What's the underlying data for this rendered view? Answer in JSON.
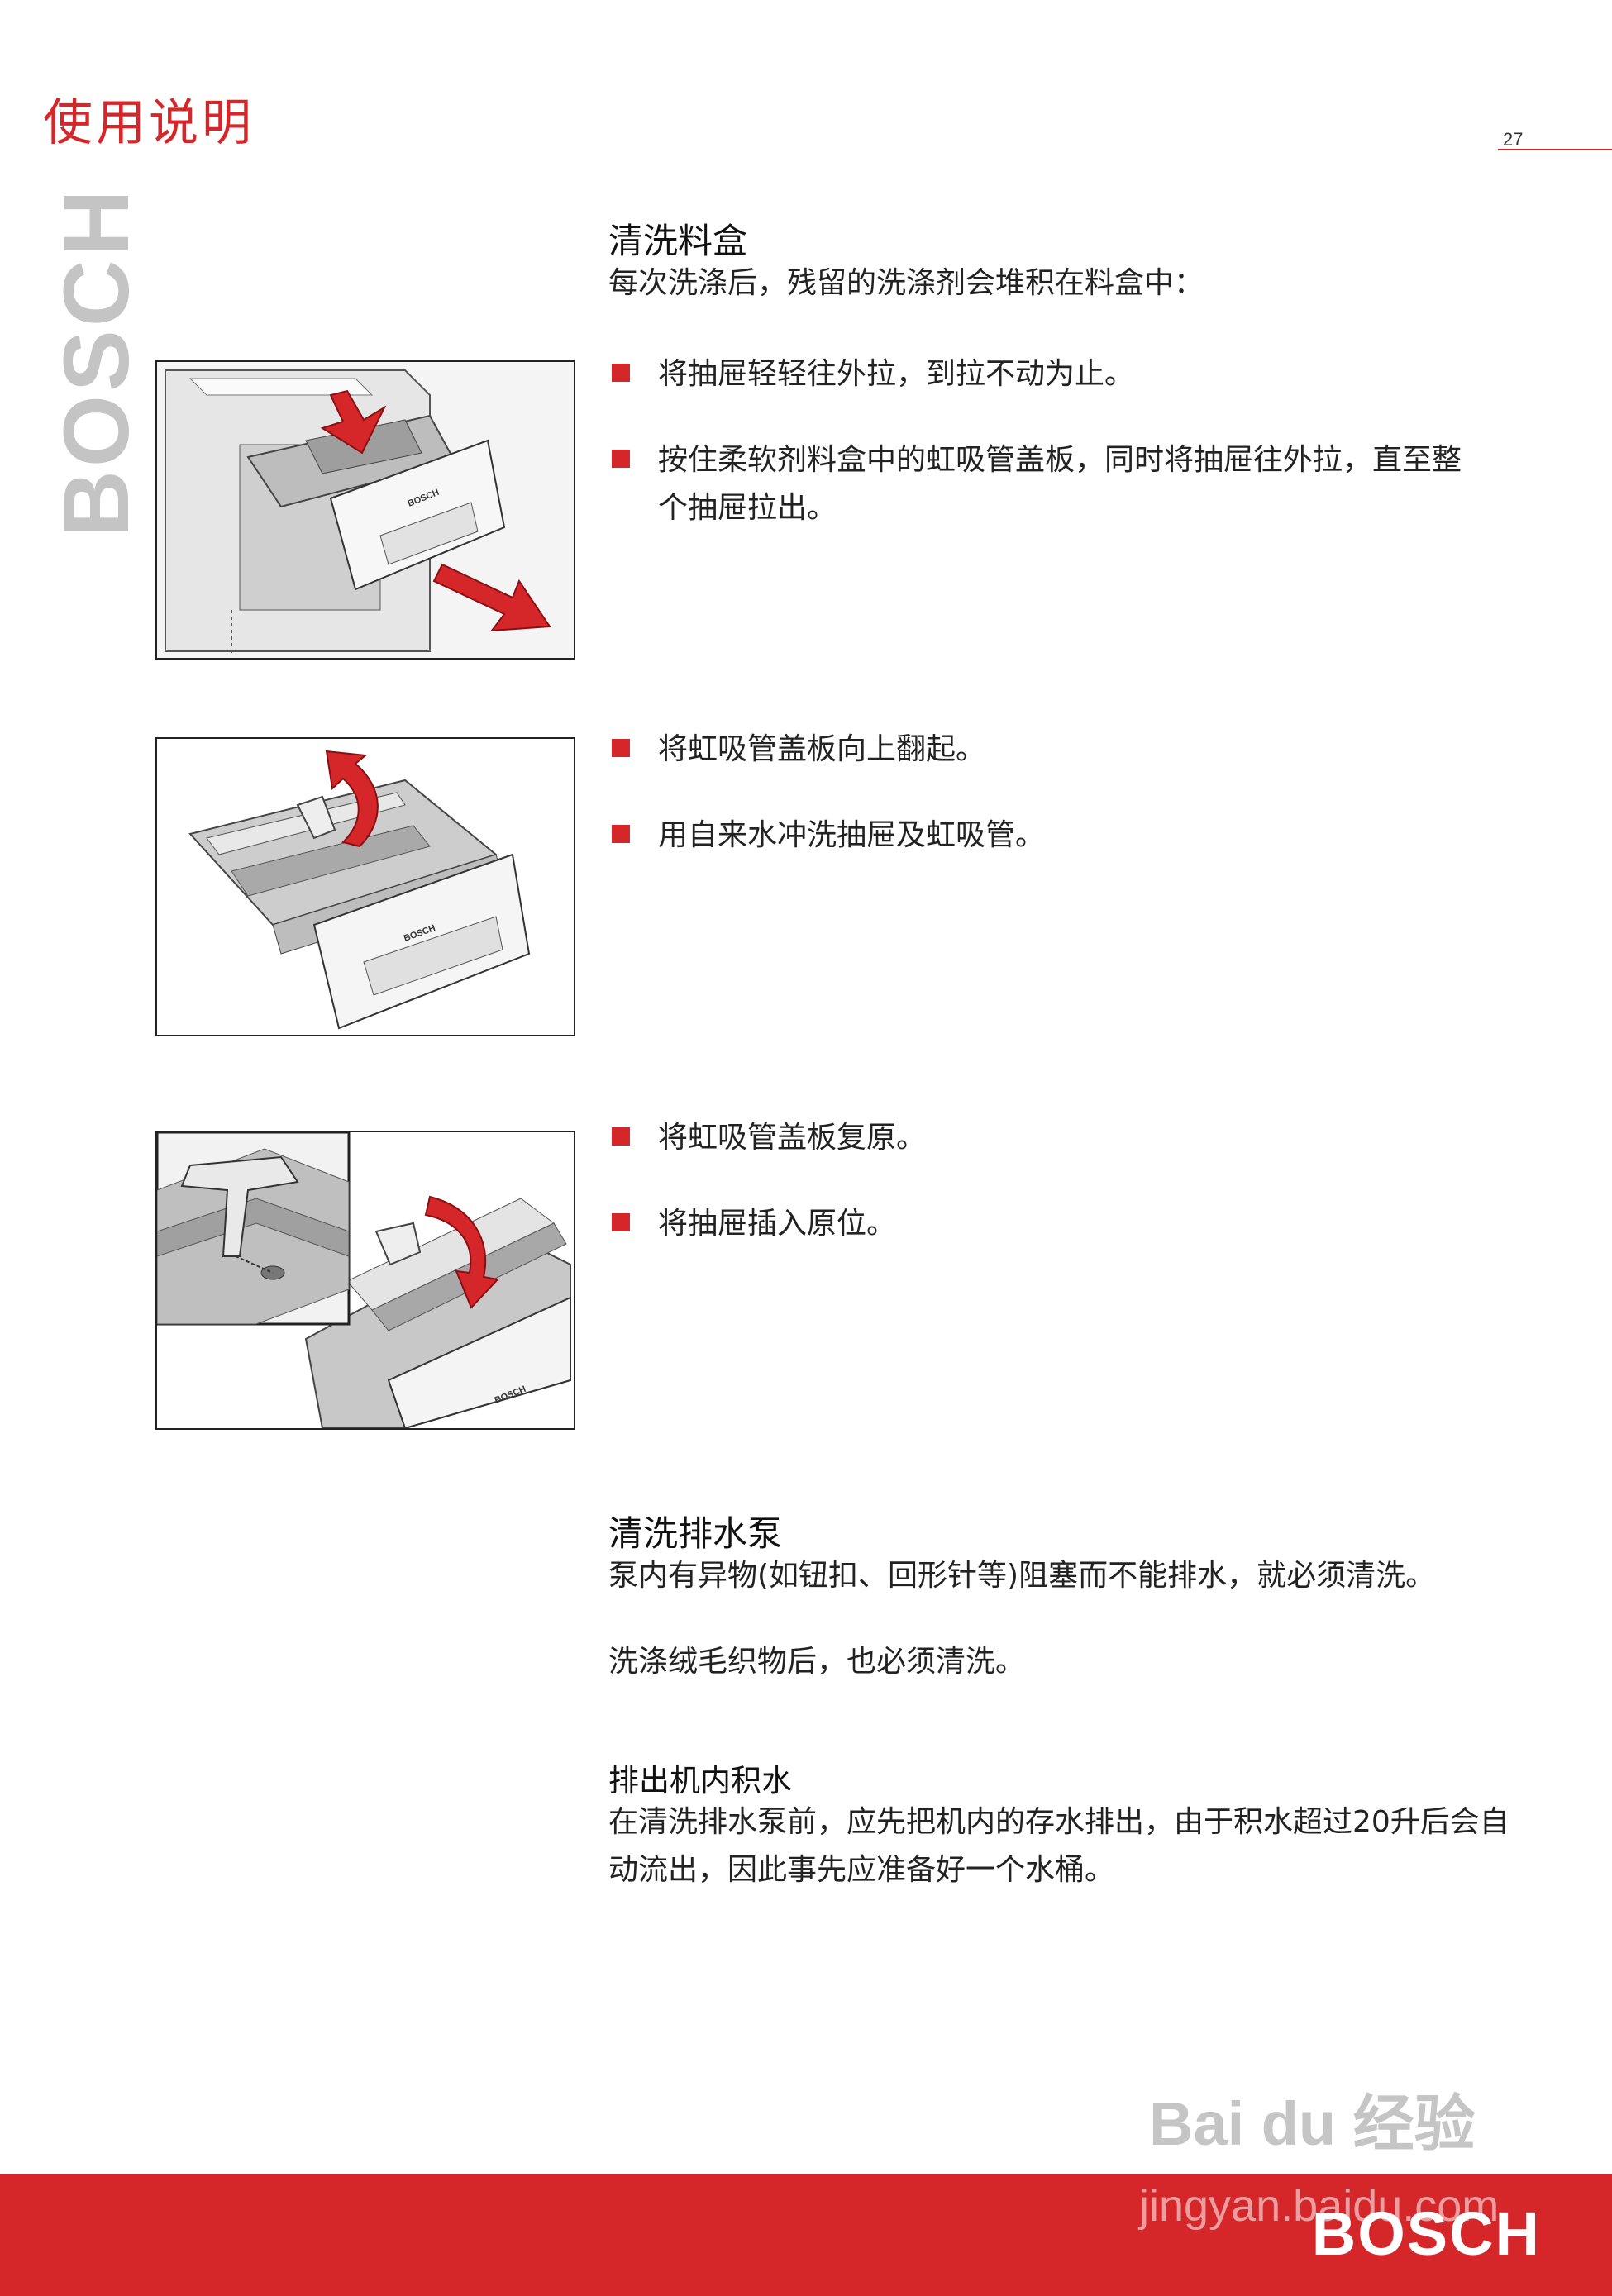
{
  "header": {
    "title": "使用说明",
    "page_number": "27"
  },
  "side_brand": "BOSCH",
  "sections": {
    "dispenser": {
      "title": "清洗料盒",
      "intro": "每次洗涤后，残留的洗涤剂会堆积在料盒中：",
      "bullets_1": [
        "将抽屉轻轻往外拉，到拉不动为止。",
        "按住柔软剂料盒中的虹吸管盖板，同时将抽屉往外拉，直至整个抽屉拉出。"
      ],
      "bullets_2": [
        "将虹吸管盖板向上翻起。",
        "用自来水冲洗抽屉及虹吸管。"
      ],
      "bullets_3": [
        "将虹吸管盖板复原。",
        "将抽屉插入原位。"
      ]
    },
    "pump": {
      "title": "清洗排水泵",
      "para_1": "泵内有异物(如钮扣、回形针等)阻塞而不能排水，就必须清洗。",
      "para_2": "洗涤绒毛织物后，也必须清洗。",
      "subtitle": "排出机内积水",
      "para_3": "在清洗排水泵前，应先把机内的存水排出，由于积水超过20升后会自动流出，因此事先应准备好一个水桶。"
    }
  },
  "illustrations": {
    "drawer_label": "BOSCH",
    "fig1": "drawer-pull-out-illustration",
    "fig2": "siphon-cover-lift-illustration",
    "fig3": "siphon-cover-reset-illustration"
  },
  "footer": {
    "brand": "BOSCH",
    "watermark": "Bai du 经验",
    "watermark_url": "jingyan.baidu.com"
  },
  "colors": {
    "accent": "#d5262a",
    "side_brand": "#c4c4c4"
  }
}
